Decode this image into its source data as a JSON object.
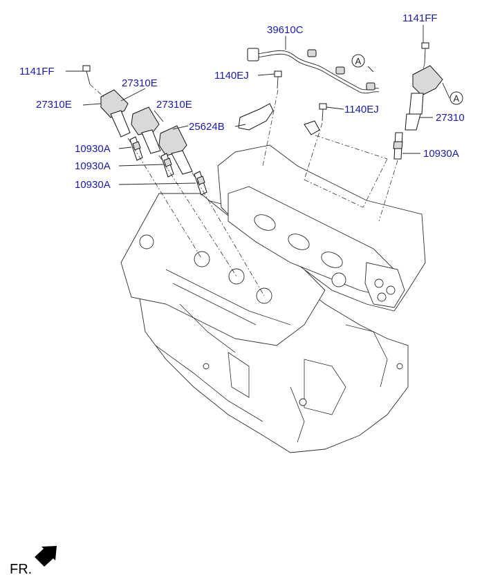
{
  "labels": {
    "harness": "39610C",
    "bolt_left_top": "1141FF",
    "bolt_right_top": "1141FF",
    "coil_left_1_top": "27310E",
    "coil_left_1_side": "27310E",
    "coil_left_2": "27310E",
    "coil_right": "27310",
    "bolt_ej_top": "1140EJ",
    "bolt_ej_right": "1140EJ",
    "bracket": "25624B",
    "plug_left_1": "10930A",
    "plug_left_2": "10930A",
    "plug_left_3": "10930A",
    "plug_right": "10930A"
  },
  "callouts": {
    "a_harness": "A",
    "a_coil": "A"
  },
  "front_marker": "FR."
}
